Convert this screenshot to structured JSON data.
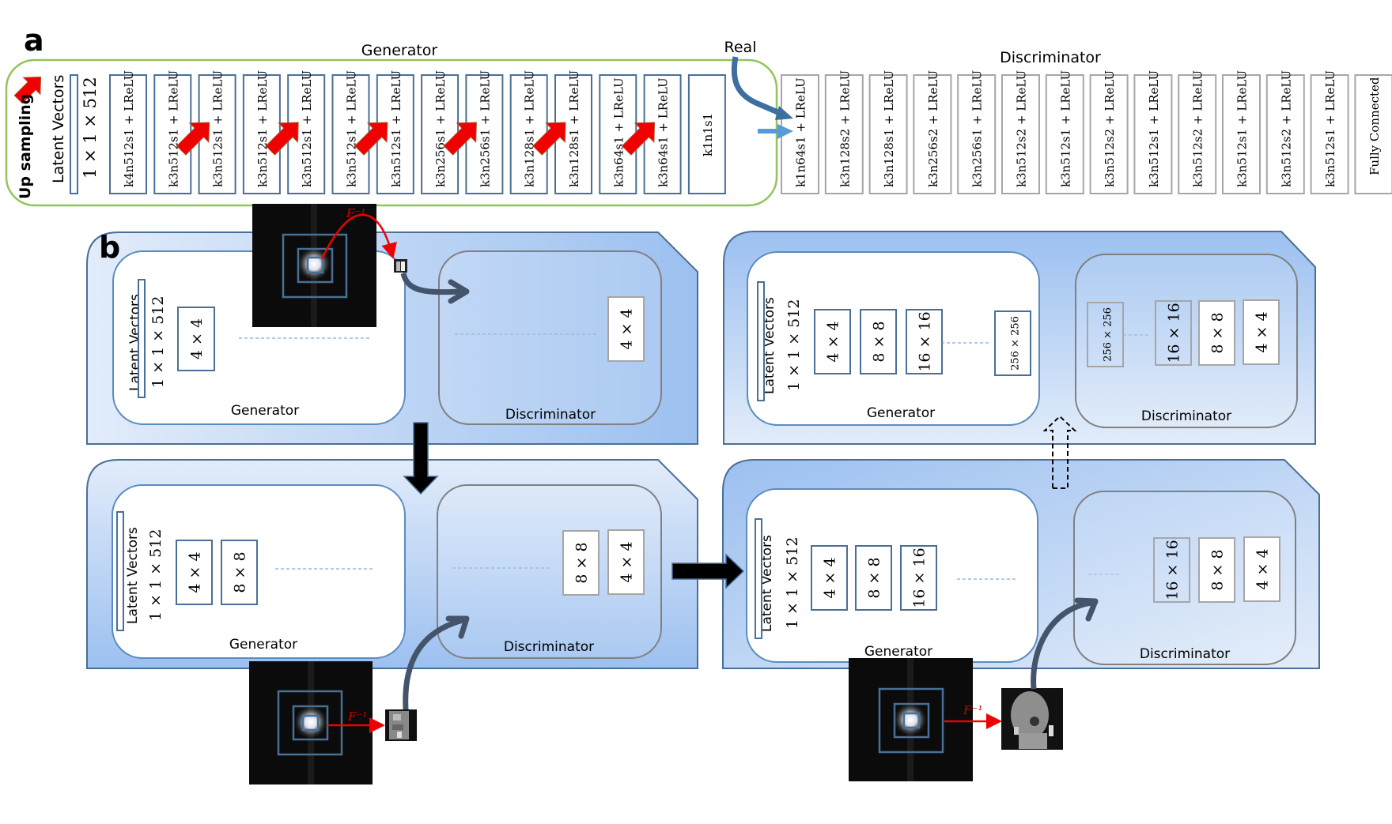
{
  "panel_a": {
    "label": "a",
    "legend": {
      "icon": "red-arrow-icon",
      "label": "Up sampling"
    },
    "generator_title": "Generator",
    "discriminator_title": "Discriminator",
    "real_label": "Real",
    "latent_label": "Latent Vectors",
    "latent_dims": "1 × 1 × 512",
    "generator_layers": [
      "k4n512s1 + LReLU",
      "k3n512s1 + LReLU",
      "k3n512s1 + LReLU",
      "k3n512s1 + LReLU",
      "k3n512s1 + LReLU",
      "k3n512s1 + LReLU",
      "k3n512s1 + LReLU",
      "k3n256s1 + LReLU",
      "k3n256s1 + LReLU",
      "k3n128s1 + LReLU",
      "k3n128s1 + LReLU",
      "k3n64s1 + LReLU",
      "k3n64s1 + LReLU",
      "k1n1s1"
    ],
    "upsample_before_layer_indices": [
      2,
      4,
      6,
      8,
      10,
      12
    ],
    "discriminator_layers": [
      "k1n64s1 + LReLU",
      "k3n128s2 + LReLU",
      "k3n128s1 + LReLU",
      "k3n256s2 + LReLU",
      "k3n256s1 + LReLU",
      "k3n512s2 + LReLU",
      "k3n512s1 + LReLU",
      "k3n512s2 + LReLU",
      "k3n512s1 + LReLU",
      "k3n512s2 + LReLU",
      "k3n512s1 + LReLU",
      "k3n512s2 + LReLU",
      "k3n512s1 + LReLU",
      "Fully Connected"
    ]
  },
  "panel_b": {
    "label": "b",
    "inverse_fourier_label": "F⁻¹",
    "stages": [
      {
        "id": "stage-4x4",
        "generator_title": "Generator",
        "discriminator_title": "Discriminator",
        "latent_label": "Latent Vectors",
        "latent_dims": "1 × 1 × 512",
        "generator_blocks": [
          "4 × 4"
        ],
        "discriminator_blocks": [
          "4 × 4"
        ]
      },
      {
        "id": "stage-8x8",
        "generator_title": "Generator",
        "discriminator_title": "Discriminator",
        "latent_label": "Latent Vectors",
        "latent_dims": "1 × 1 × 512",
        "generator_blocks": [
          "4 × 4",
          "8 × 8"
        ],
        "discriminator_blocks": [
          "8 × 8",
          "4 × 4"
        ]
      },
      {
        "id": "stage-16x16",
        "generator_title": "Generator",
        "discriminator_title": "Discriminator",
        "latent_label": "Latent Vectors",
        "latent_dims": "1 × 1 × 512",
        "generator_blocks": [
          "4 × 4",
          "8 × 8",
          "16 × 16"
        ],
        "discriminator_blocks": [
          "16 × 16",
          "8 × 8",
          "4 × 4"
        ]
      },
      {
        "id": "stage-256x256",
        "generator_title": "Generator",
        "discriminator_title": "Discriminator",
        "latent_label": "Latent Vectors",
        "latent_dims": "1 × 1 × 512",
        "generator_blocks": [
          "4 × 4",
          "8 × 8",
          "16 × 16",
          "256 × 256"
        ],
        "discriminator_blocks": [
          "256 × 256",
          "16 × 16",
          "8 × 8",
          "4 × 4"
        ]
      }
    ]
  },
  "colors": {
    "generator_border": "#4a6f96",
    "discriminator_border": "#a6a6a6",
    "green_outline": "#92c45c",
    "panel_light": "#dde9f9",
    "panel_dark": "#9fc2f0",
    "panel_border": "#4a6f96",
    "upsample_arrow": "#f00000",
    "real_arrow": "#3d6fa0",
    "fake_arrow": "#5b9bd5",
    "flow_arrow": "#44546a"
  }
}
